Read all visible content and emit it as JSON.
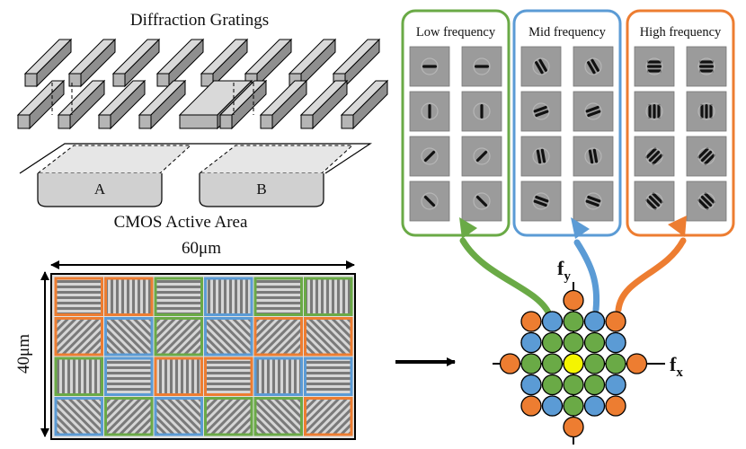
{
  "grating_title": "Diffraction Gratings",
  "pixel_a_label": "A",
  "pixel_b_label": "B",
  "cmos_label": "CMOS Active Area",
  "width_label": "60μm",
  "height_label": "40μm",
  "panels": [
    {
      "label": "Low frequency",
      "color": "#6aaa46"
    },
    {
      "label": "Mid frequency",
      "color": "#5b9bd5"
    },
    {
      "label": "High frequency",
      "color": "#ed7d31"
    }
  ],
  "axis_x_label": "f",
  "axis_x_sub": "x",
  "axis_y_label": "f",
  "axis_y_sub": "y",
  "colors": {
    "low": "#6aaa46",
    "mid": "#5b9bd5",
    "high": "#ed7d31",
    "center": "#f5f500"
  },
  "grid_colors": [
    [
      "high",
      "high",
      "low",
      "mid",
      "low",
      "low"
    ],
    [
      "high",
      "mid",
      "low",
      "mid",
      "high",
      "high"
    ],
    [
      "low",
      "mid",
      "high",
      "high",
      "mid",
      "mid"
    ],
    [
      "mid",
      "low",
      "mid",
      "low",
      "low",
      "high"
    ]
  ]
}
